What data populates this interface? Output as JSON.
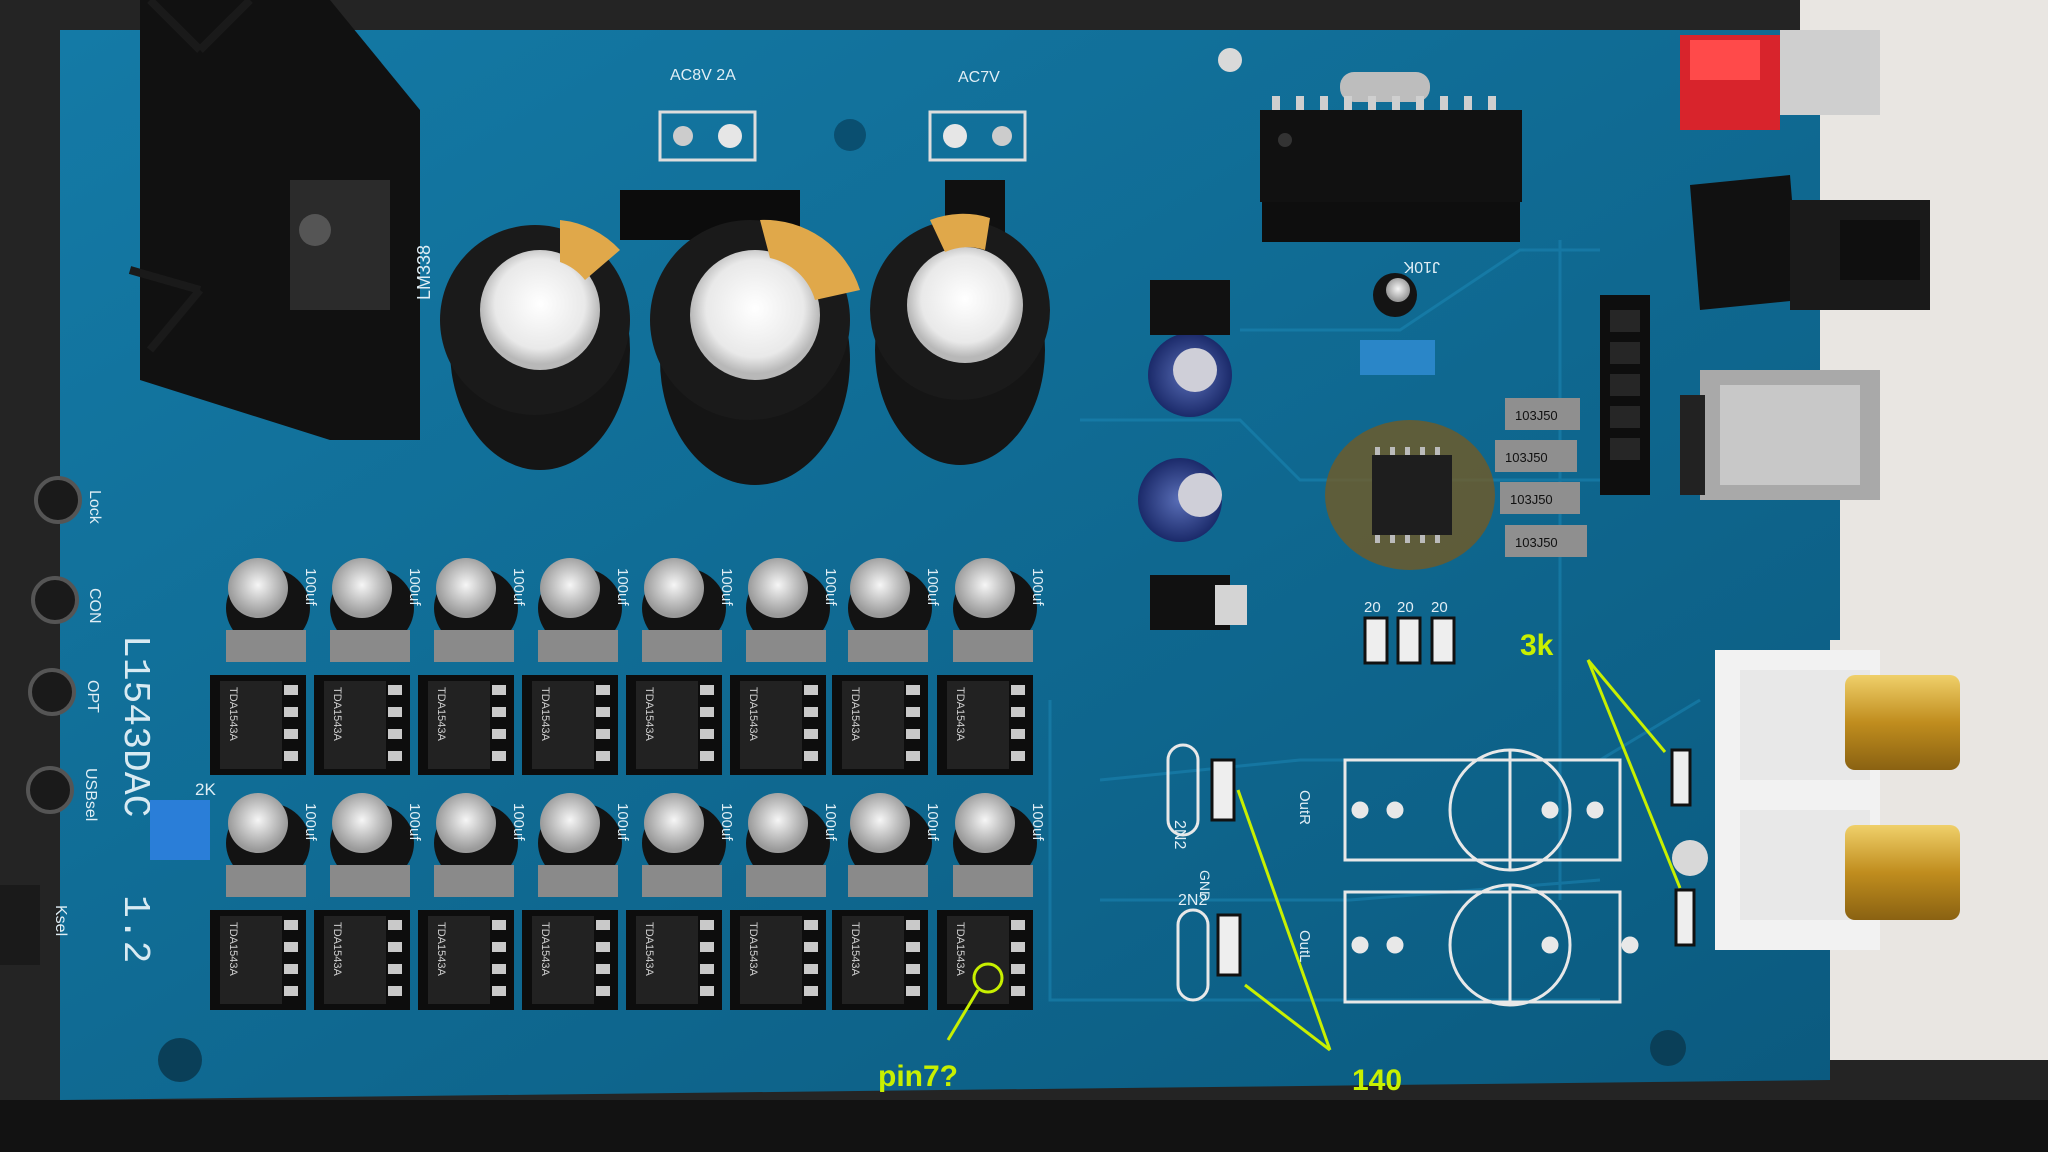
{
  "board": {
    "model_text": "L1543DAC",
    "version_text": "1.2",
    "silk": {
      "acin_left": "AC8V 2A",
      "acin_right": "AC7V",
      "reg_label": "LM338",
      "res_label": "J10K",
      "led_lock": "Lock",
      "led_con": "CON",
      "led_opt": "OPT",
      "led_usbsel": "USBsel",
      "ksel": "Ksel",
      "trim_label": "2K",
      "cap_value": "100uf",
      "chip_label": "TDA1543A",
      "film_cap": "103J50",
      "r20": "20",
      "cap_2n2": "2N2",
      "gnd": "GND",
      "outr": "OutR",
      "outl": "OutL",
      "res_3k": "3k"
    }
  },
  "annotations": {
    "label_3k": "3k",
    "label_140": "140",
    "label_pin7": "pin7?"
  },
  "colors": {
    "pcb": "#0f6b94",
    "pcb_dark": "#0a4f70",
    "annotation": "#c8f000",
    "capacitor": "#141414",
    "chip": "#1c1c1c",
    "film_cap": "#8f8f8f",
    "rca_red": "#d8242c",
    "rca_white": "#f2f2f2",
    "gold": "#c89b2a"
  }
}
